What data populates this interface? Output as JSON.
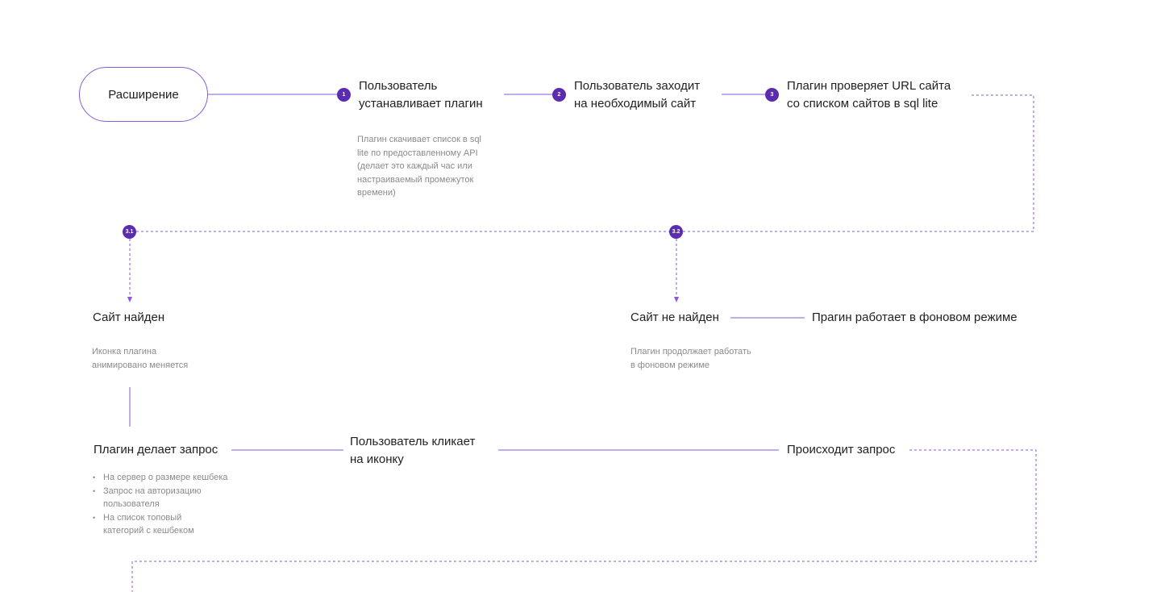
{
  "start_node": {
    "label": "Расширение"
  },
  "steps": [
    {
      "badge": "1",
      "title_lines": [
        "Пользователь",
        "устанавливает плагин"
      ],
      "note_lines": [
        "Плагин скачивает список в sql",
        "lite по предоставленному API",
        "(делает это каждый час или",
        "настраиваемый промежуток",
        "времени)"
      ]
    },
    {
      "badge": "2",
      "title_lines": [
        "Пользователь заходит",
        "на необходимый сайт"
      ]
    },
    {
      "badge": "3",
      "title_lines": [
        "Плагин проверяет URL сайта",
        "со списком сайтов в sql lite"
      ]
    }
  ],
  "branches": {
    "found": {
      "badge": "3.1",
      "title": "Сайт найден",
      "note_lines": [
        "Иконка плагина",
        "анимировано меняется"
      ]
    },
    "not_found": {
      "badge": "3.2",
      "title": "Сайт не найден",
      "note_lines": [
        "Плагин продолжает работать",
        "в фоновом режиме"
      ],
      "next": "Прагин работает в фоновом режиме"
    }
  },
  "request_flow": {
    "plugin_request": {
      "title": "Плагин делает запрос",
      "bullets": [
        [
          "На сервер о размере кешбека"
        ],
        [
          "Запрос на авторизацию",
          "пользователя"
        ],
        [
          "На список топовый",
          "категорий с кешбеком"
        ]
      ]
    },
    "user_click": {
      "title_lines": [
        "Пользователь кликает",
        "на иконку"
      ]
    },
    "request_happens": {
      "title": "Происходит запрос"
    }
  },
  "colors": {
    "accent": "#5b2bb0",
    "line": "#8a5ad6",
    "note": "#8a8a8a",
    "text": "#1f1f1f"
  }
}
